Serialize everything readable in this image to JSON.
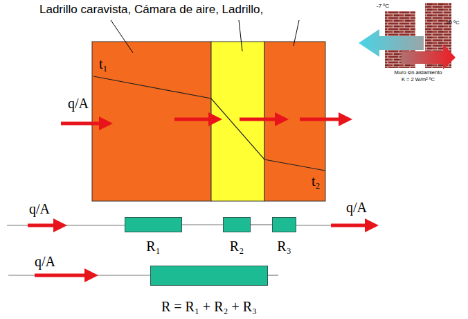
{
  "diagram": {
    "nodes": [
      {
        "text": [
          "R₁"
        ]
      },
      {
        "text": [
          "R₂"
        ]
      },
      {
        "text": [
          "R₃"
        ]
      },
      {
        "text": [
          "R = R₁ + R₂ + R₃"
        ]
      }
    ],
    "edges": [
      {
        "from": 0,
        "to": 1,
        "arrow": "none"
      },
      {
        "from": 1,
        "to": 2,
        "arrow": "none"
      }
    ],
    "labels": [
      "Ladrillo caravista, Cámara de aire, Ladrillo,",
      "t₁",
      "t₂",
      "q/A",
      "-7 ºC",
      "20 ºC",
      "Muro sin aislamiento",
      "K = 2 W/m² ºC",
      "q/A",
      "q/A",
      "q/A"
    ]
  }
}
